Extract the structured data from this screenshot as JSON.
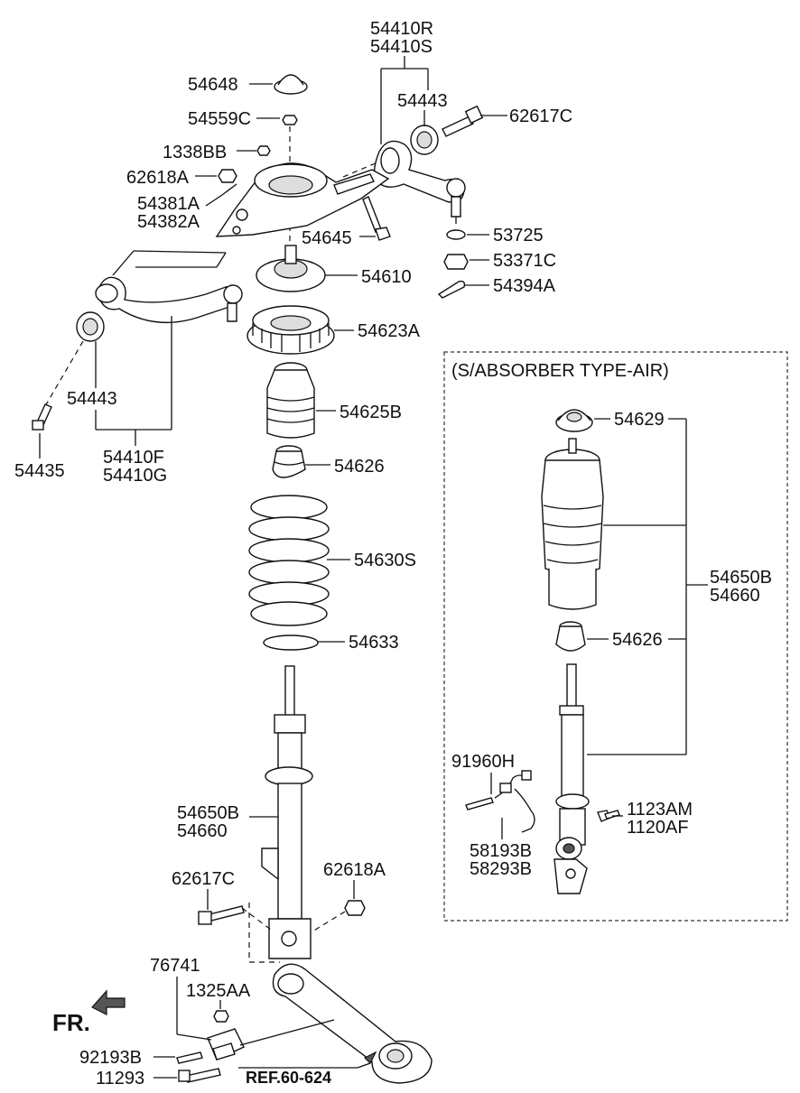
{
  "section_title": "(S/ABSORBER TYPE-AIR)",
  "front_indicator": "FR.",
  "reference": "REF.60-624",
  "labels": {
    "p54410R": "54410R",
    "p54410S": "54410S",
    "p54648": "54648",
    "p54443_top": "54443",
    "p54559C": "54559C",
    "p62617C_top": "62617C",
    "p1338BB": "1338BB",
    "p62618A_top": "62618A",
    "p54381A": "54381A",
    "p54382A": "54382A",
    "p54645": "54645",
    "p53725": "53725",
    "p53371C": "53371C",
    "p54610": "54610",
    "p54394A": "54394A",
    "p54623A": "54623A",
    "p54443_left": "54443",
    "p54435": "54435",
    "p54410F": "54410F",
    "p54410G": "54410G",
    "p54625B": "54625B",
    "p54626_main": "54626",
    "p54630S": "54630S",
    "p54633": "54633",
    "p54650B_main": "54650B",
    "p54660_main": "54660",
    "p62617C_bottom": "62617C",
    "p62618A_bottom": "62618A",
    "p76741": "76741",
    "p1325AA": "1325AA",
    "p92193B": "92193B",
    "p11293": "11293",
    "p54629": "54629",
    "p54650B_air": "54650B",
    "p54660_air": "54660",
    "p54626_air": "54626",
    "p91960H": "91960H",
    "p1123AM": "1123AM",
    "p1120AF": "1120AF",
    "p58193B": "58193B",
    "p58293B": "58293B"
  }
}
